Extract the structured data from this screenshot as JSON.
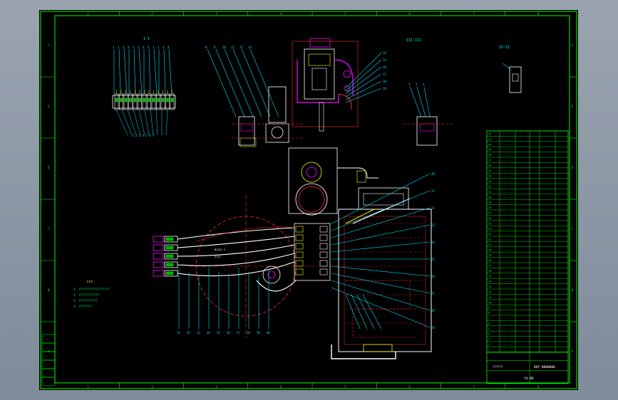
{
  "drawing": {
    "colors": {
      "background": "#000000",
      "viewport": "#8f9aa8",
      "border": "#00ff00",
      "annotation": "#00e5ff",
      "hidden_line": "#ff2a2a",
      "part": "#ffffff",
      "accent": "#ff00ff",
      "dimension": "#ffff00"
    },
    "title_block": {
      "scale": "Y4 BD",
      "drawing_no": "BQY-0000000",
      "name": "??????"
    },
    "border_numbers_top": [
      "1",
      "2",
      "3",
      "4",
      "5",
      "6",
      "7",
      "8"
    ],
    "border_letters_side": [
      "F",
      "E",
      "D",
      "C",
      "B",
      "A"
    ],
    "views": {
      "top_left_label": "I-I",
      "top_right_label": "III-III",
      "right_small_label": "IV-IV"
    },
    "notes": {
      "title": "???",
      "lines": [
        "1. ??????????????????",
        "2. ????????????",
        "3. ???????????",
        "4. ????????"
      ]
    },
    "bom_rows": 42
  }
}
